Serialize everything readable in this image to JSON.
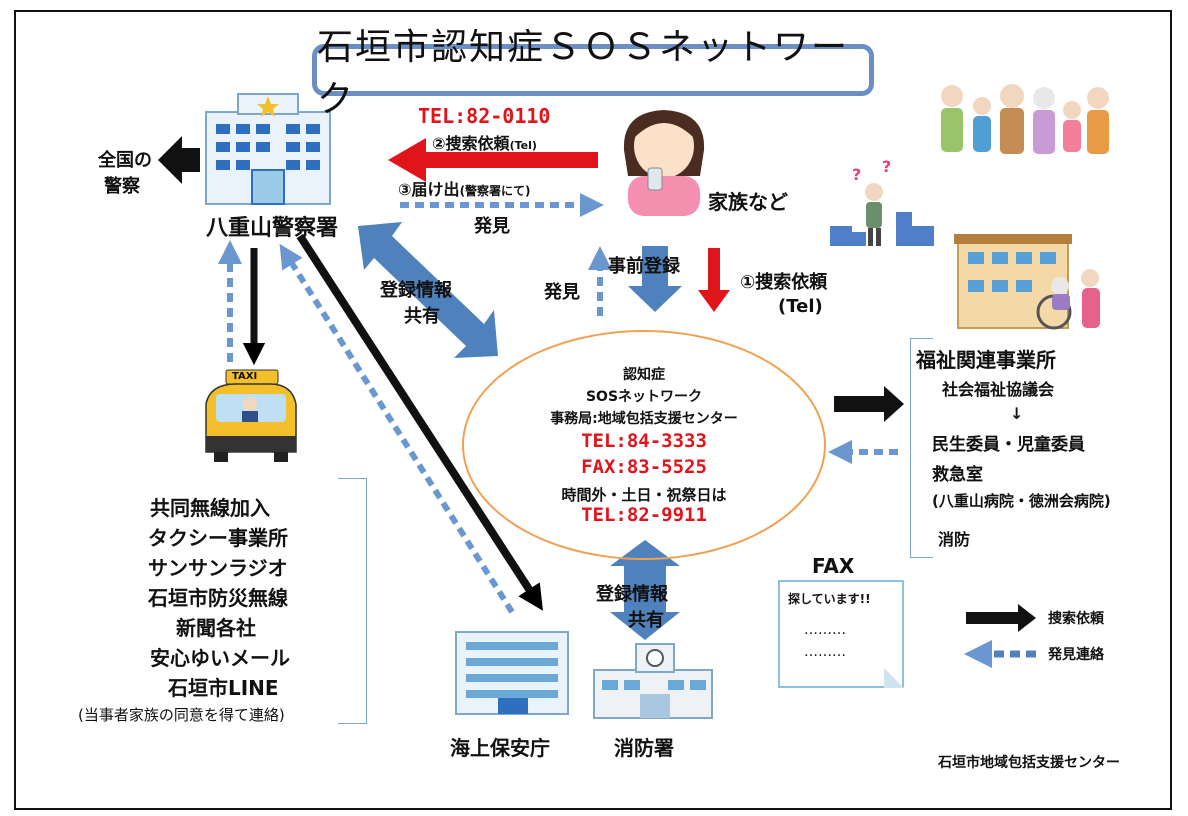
{
  "title": "石垣市認知症ＳＯＳネットワーク",
  "police": {
    "label": "八重山警察署",
    "national": [
      "全国の",
      "警察"
    ]
  },
  "family": {
    "label": "家族など"
  },
  "arrows": {
    "tel_police": "TEL:82-0110",
    "search_request_2": "②捜索依頼",
    "search_request_2_sub": "(Tel)",
    "report_3": "③届け出",
    "report_3_sub": "(警察署にて)",
    "found_top": "発見",
    "pre_register": "事前登録",
    "found_mid": "発見",
    "search_request_1": "①捜索依頼",
    "search_request_1_sub": "(Tel)",
    "share_info_left": [
      "登録情報",
      "共有"
    ],
    "share_info_bottom": [
      "登録情報",
      "共有"
    ]
  },
  "center": {
    "line1": "認知症",
    "line2": "SOSネットワーク",
    "line3": "事務局:地域包括支援センター",
    "tel": "TEL:84-3333",
    "fax": "FAX:83-5525",
    "after_hours": "時間外・土日・祝祭日は",
    "tel_after": "TEL:82-9911"
  },
  "welfare": {
    "title": "福祉関連事業所",
    "items": [
      "社会福祉協議会",
      "↓",
      "民生委員・児童委員",
      "救急室",
      "(八重山病院・徳洲会病院)",
      "消防"
    ]
  },
  "taxi_label": "TAXI",
  "media": {
    "items": [
      "共同無線加入",
      "タクシー事業所",
      "サンサンラジオ",
      "石垣市防災無線",
      "新聞各社",
      "安心ゆいメール",
      "石垣市LINE"
    ],
    "note": "(当事者家族の同意を得て連絡)"
  },
  "coast_guard": {
    "label": "海上保安庁"
  },
  "fire_station": {
    "label": "消防署"
  },
  "fax_note": {
    "heading": "FAX",
    "text": "探しています!!",
    "dots1": "………",
    "dots2": "………"
  },
  "legend": {
    "search": "捜索依頼",
    "found": "発見連絡"
  },
  "footer": "石垣市地域包括支援センター",
  "colors": {
    "red": "#e0141b",
    "blue_arrow": "#4f81bd",
    "blue_dashed": "#6a97cf",
    "frame": "#6b8ec4"
  }
}
